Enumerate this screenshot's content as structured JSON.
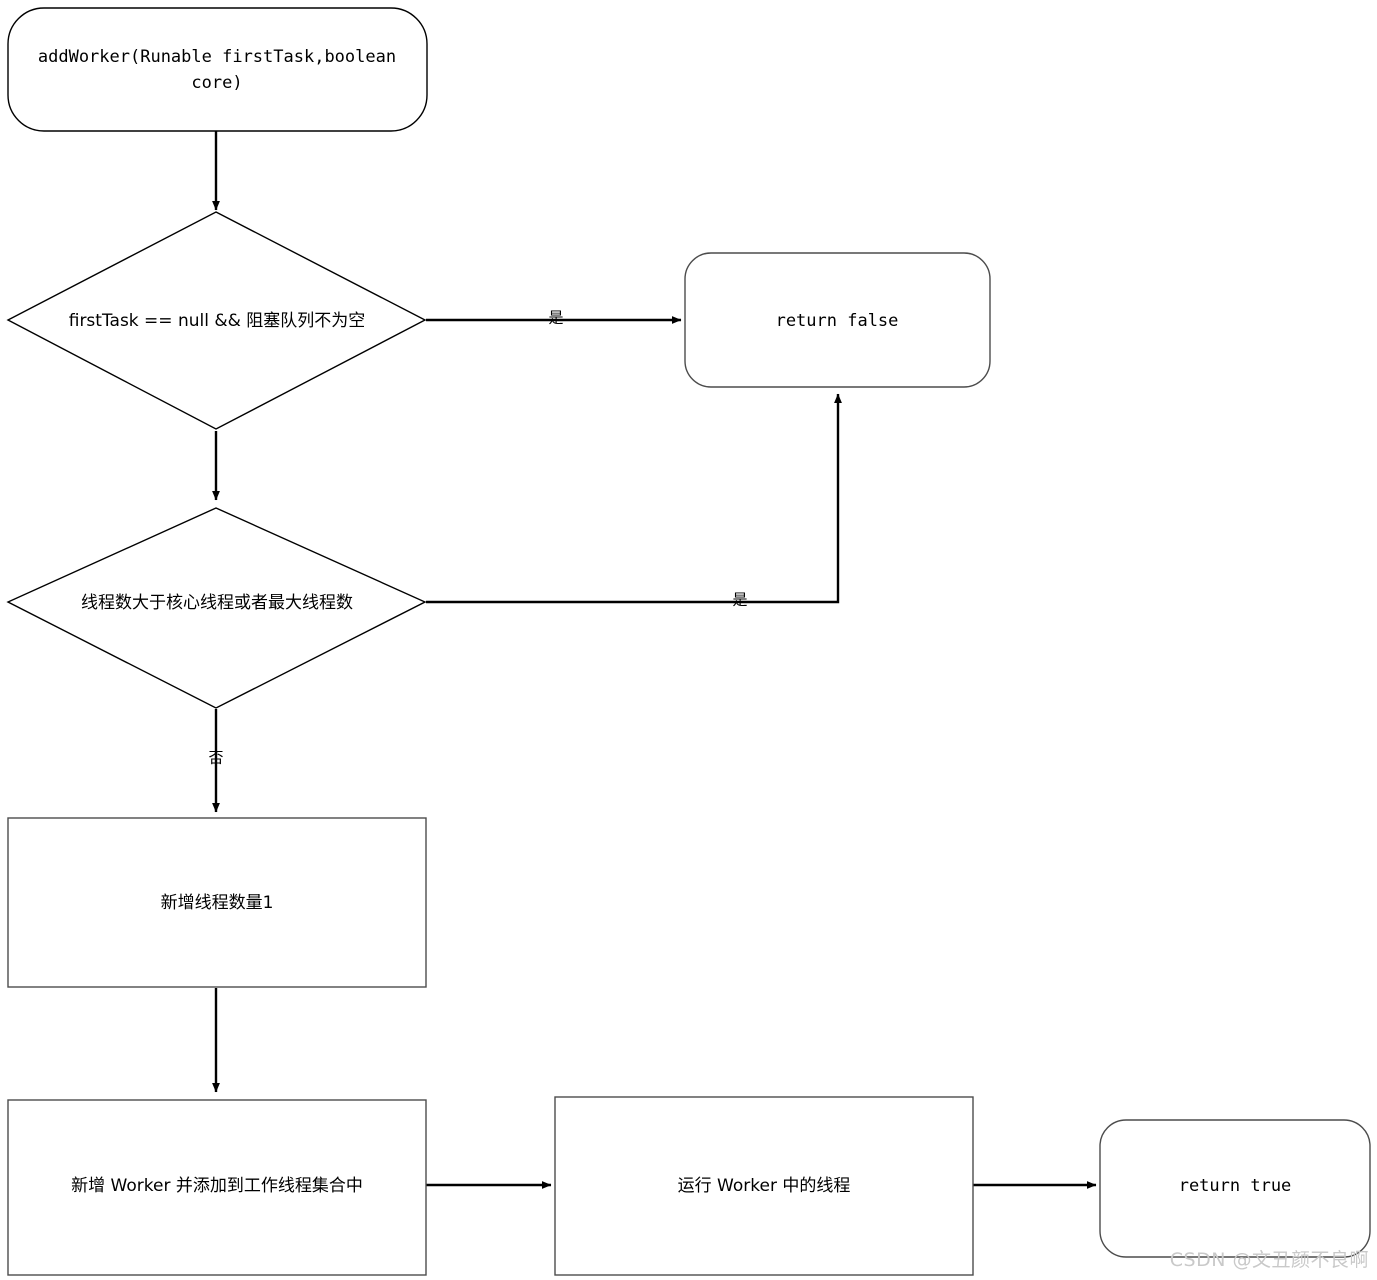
{
  "diagram": {
    "title": "addWorker flowchart",
    "background": "#ffffff",
    "stroke_color": "#000000",
    "soft_stroke_color": "#4c4c4c",
    "watermark": "CSDN @文丑颜不良啊",
    "nodes": {
      "start": {
        "shape": "rounded-rectangle",
        "line1": "addWorker(Runable firstTask,boolean",
        "line2": "core)"
      },
      "decision_first_task": {
        "shape": "diamond",
        "label": "firstTask == null && 阻塞队列不为空"
      },
      "return_false": {
        "shape": "rounded-rectangle",
        "label": "return false"
      },
      "decision_thread_count": {
        "shape": "diamond",
        "label": "线程数大于核心线程或者最大线程数"
      },
      "increment_thread_count": {
        "shape": "rectangle",
        "label": "新增线程数量1"
      },
      "add_worker": {
        "shape": "rectangle",
        "label": "新增 Worker 并添加到工作线程集合中"
      },
      "run_worker": {
        "shape": "rectangle",
        "label": "运行 Worker 中的线程"
      },
      "return_true": {
        "shape": "rounded-rectangle",
        "label": "return true"
      }
    },
    "edge_labels": {
      "first_task_yes": "是",
      "thread_count_yes": "是",
      "thread_count_no": "否"
    }
  }
}
